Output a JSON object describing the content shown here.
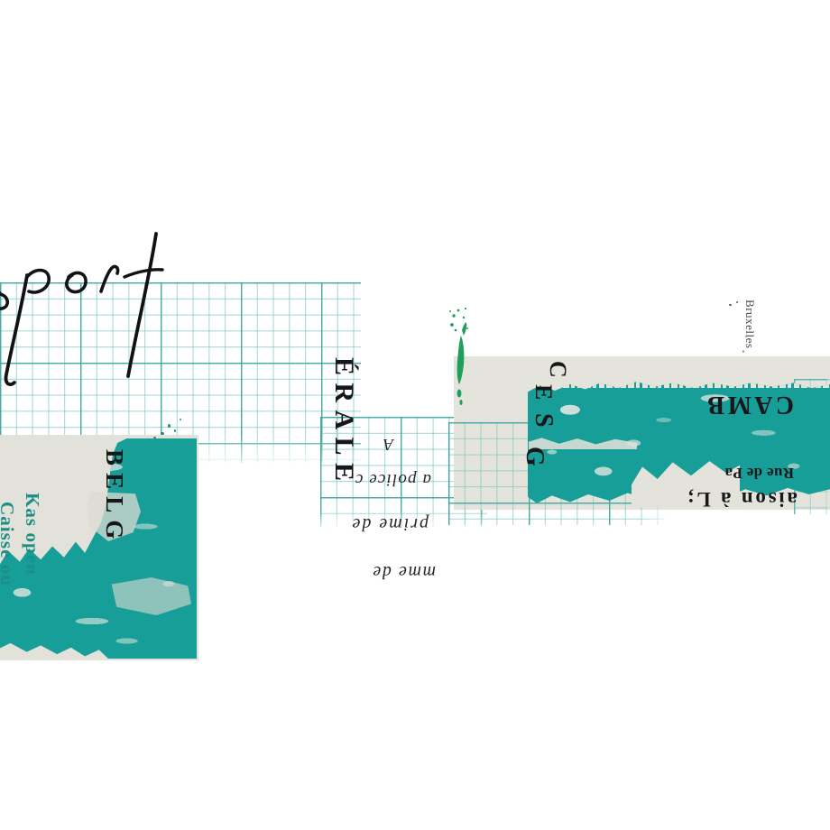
{
  "artwork": {
    "title": "Mixed-media collage: graph paper, teal ink blocks and letterpress fragments",
    "background_color": "#ffffff"
  },
  "palette": {
    "teal_ink": "#179e98",
    "grid_line": "#78c6c2",
    "grid_line_heavy": "#3ca39e",
    "paper_beige": "#e3e2da",
    "type_black": "#17171a",
    "teal_type": "#1b8f86",
    "splatter_green": "#1f9e5c"
  },
  "handwriting": {
    "text": "eport",
    "description": "cursive handwritten word in black ink crossing the upper grid"
  },
  "left_panel": {
    "stamp_vertical": "BELG",
    "teal_lines": [
      "Kas open",
      "Caisse ou"
    ]
  },
  "center_panel": {
    "stamp_vertical": "ÉRALE",
    "inverted_lines": [
      "A",
      "a police c",
      "prime de",
      "mme de"
    ]
  },
  "right_panel": {
    "stamp_vertical_letters": [
      "C",
      "E",
      "S",
      "G"
    ],
    "inverted_lines": [
      "CAMB",
      "Rue de Pa",
      "aison à L;"
    ],
    "small_vertical_text": "Bruxelles"
  }
}
